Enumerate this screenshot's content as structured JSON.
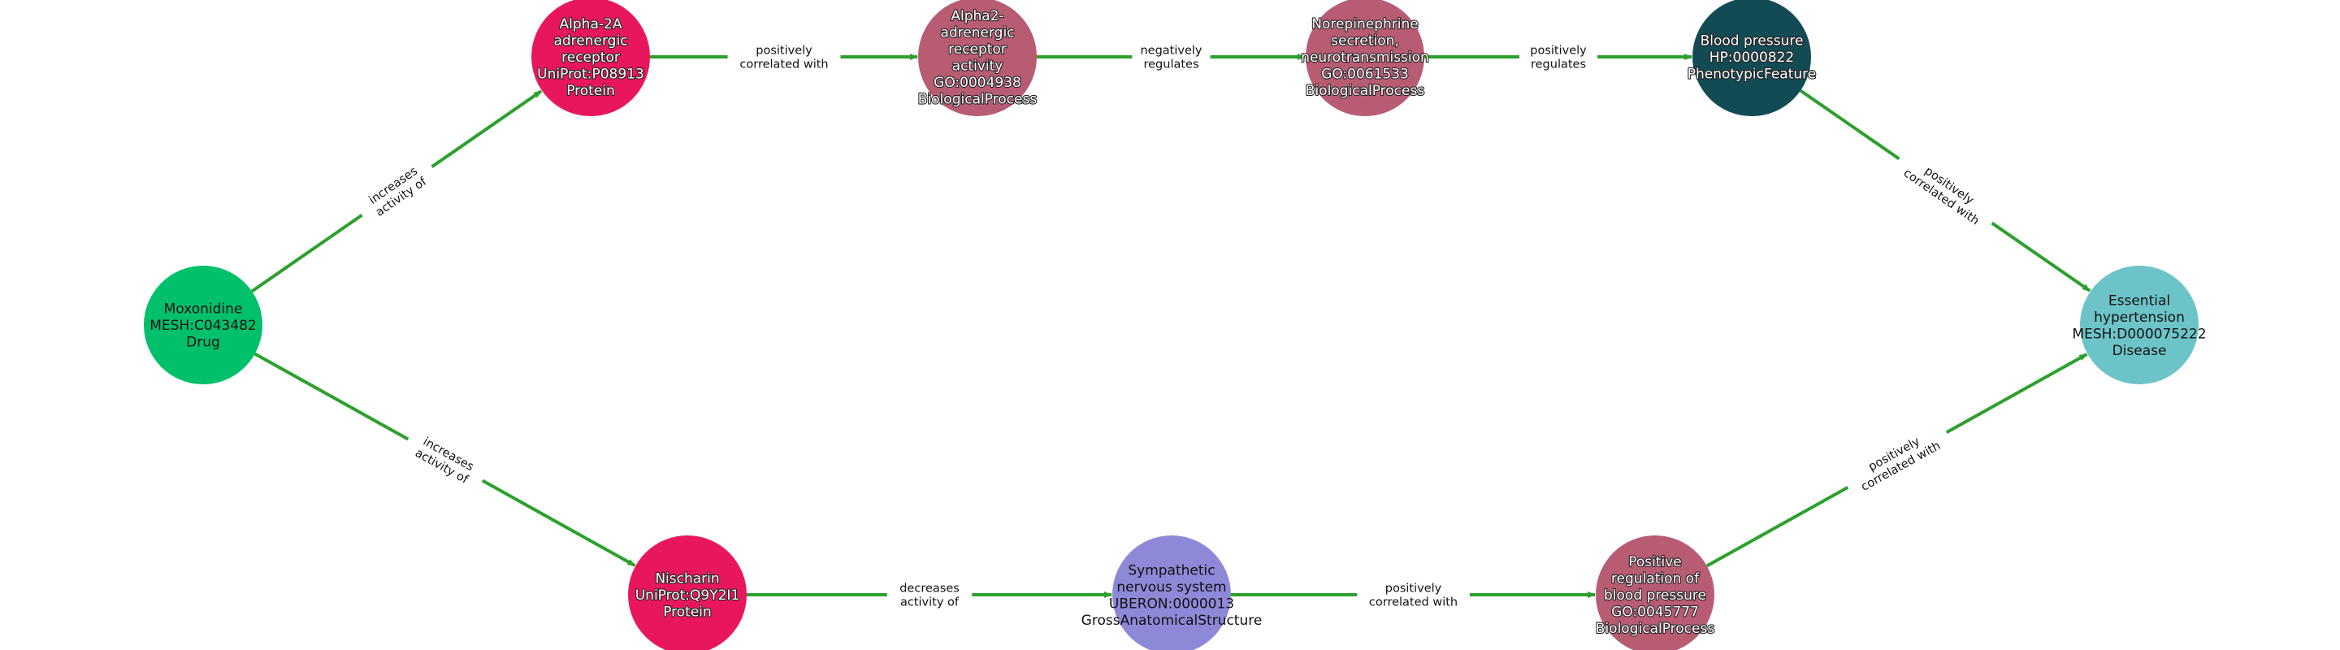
{
  "diagram": {
    "colors": {
      "edge": "#2ca02c",
      "drug": "#00c06b",
      "protein": "#e8175d",
      "biological_process": "#b85c74",
      "phenotypic_feature": "#134b55",
      "disease": "#6cc4c9",
      "anatomy": "#8d89d8"
    },
    "nodes": [
      {
        "id": "moxonidine",
        "lines": [
          "Moxonidine",
          "MESH:C043482",
          "Drug"
        ],
        "color": "#00c06b",
        "text_style": "dark"
      },
      {
        "id": "alpha2a-receptor",
        "lines": [
          "Alpha-2A",
          "adrenergic",
          "receptor",
          "UniProt:P08913",
          "Protein"
        ],
        "color": "#e8175d",
        "text_style": "light"
      },
      {
        "id": "alpha2-receptor-activity",
        "lines": [
          "Alpha2-",
          "adrenergic",
          "receptor",
          "activity",
          "GO:0004938",
          "BiologicalProcess"
        ],
        "color": "#b85c74",
        "text_style": "light"
      },
      {
        "id": "norepinephrine-secretion",
        "lines": [
          "Norepinephrine",
          "secretion,",
          "neurotransmission",
          "GO:0061533",
          "BiologicalProcess"
        ],
        "color": "#b85c74",
        "text_style": "light"
      },
      {
        "id": "blood-pressure",
        "lines": [
          "Blood pressure",
          "HP:0000822",
          "PhenotypicFeature"
        ],
        "color": "#134b55",
        "text_style": "light"
      },
      {
        "id": "essential-hypertension",
        "lines": [
          "Essential",
          "hypertension",
          "MESH:D000075222",
          "Disease"
        ],
        "color": "#6cc4c9",
        "text_style": "dark"
      },
      {
        "id": "nischarin",
        "lines": [
          "Nischarin",
          "UniProt:Q9Y2I1",
          "Protein"
        ],
        "color": "#e8175d",
        "text_style": "light"
      },
      {
        "id": "sympathetic-nervous-system",
        "lines": [
          "Sympathetic",
          "nervous system",
          "UBERON:0000013",
          "GrossAnatomicalStructure"
        ],
        "color": "#8d89d8",
        "text_style": "dark"
      },
      {
        "id": "positive-regulation-bp",
        "lines": [
          "Positive",
          "regulation of",
          "blood pressure",
          "GO:0045777",
          "BiologicalProcess"
        ],
        "color": "#b85c74",
        "text_style": "light"
      }
    ],
    "edges": [
      {
        "from": "moxonidine",
        "to": "alpha2a-receptor",
        "label": [
          "increases",
          "activity of"
        ]
      },
      {
        "from": "alpha2a-receptor",
        "to": "alpha2-receptor-activity",
        "label": [
          "positively",
          "correlated with"
        ]
      },
      {
        "from": "alpha2-receptor-activity",
        "to": "norepinephrine-secretion",
        "label": [
          "negatively",
          "regulates"
        ]
      },
      {
        "from": "norepinephrine-secretion",
        "to": "blood-pressure",
        "label": [
          "positively",
          "regulates"
        ]
      },
      {
        "from": "blood-pressure",
        "to": "essential-hypertension",
        "label": [
          "positively",
          "correlated with"
        ]
      },
      {
        "from": "moxonidine",
        "to": "nischarin",
        "label": [
          "increases",
          "activity of"
        ]
      },
      {
        "from": "nischarin",
        "to": "sympathetic-nervous-system",
        "label": [
          "decreases",
          "activity of"
        ]
      },
      {
        "from": "sympathetic-nervous-system",
        "to": "positive-regulation-bp",
        "label": [
          "positively",
          "correlated with"
        ]
      },
      {
        "from": "positive-regulation-bp",
        "to": "essential-hypertension",
        "label": [
          "positively",
          "correlated with"
        ]
      }
    ]
  }
}
